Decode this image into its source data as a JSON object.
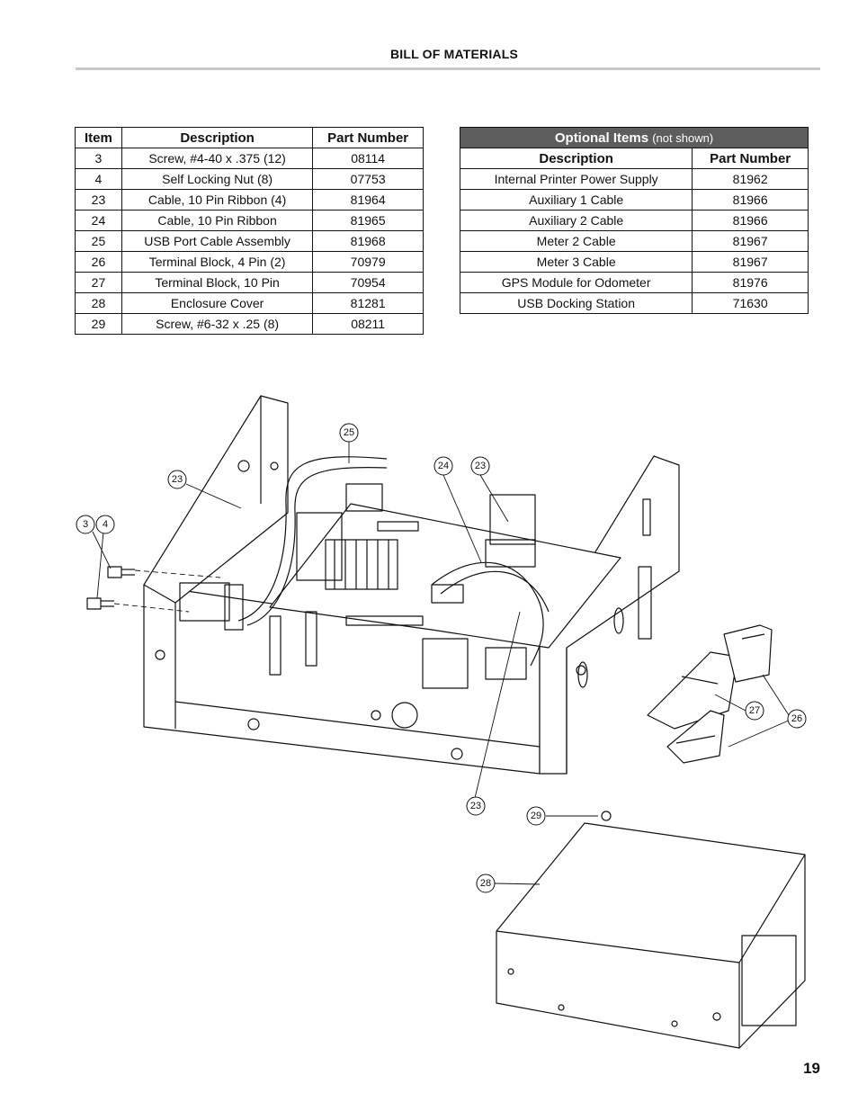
{
  "header": {
    "title": "BILL OF MATERIALS"
  },
  "items_table": {
    "headers": [
      "Item",
      "Description",
      "Part Number"
    ],
    "rows": [
      [
        "3",
        "Screw, #4-40 x .375 (12)",
        "08114"
      ],
      [
        "4",
        "Self Locking Nut (8)",
        "07753"
      ],
      [
        "23",
        "Cable, 10 Pin Ribbon (4)",
        "81964"
      ],
      [
        "24",
        "Cable, 10 Pin Ribbon",
        "81965"
      ],
      [
        "25",
        "USB Port Cable Assembly",
        "81968"
      ],
      [
        "26",
        "Terminal Block, 4 Pin (2)",
        "70979"
      ],
      [
        "27",
        "Terminal Block, 10 Pin",
        "70954"
      ],
      [
        "28",
        "Enclosure Cover",
        "81281"
      ],
      [
        "29",
        "Screw, #6-32 x .25 (8)",
        "08211"
      ]
    ]
  },
  "optional_table": {
    "title": "Optional Items",
    "title_note": "(not shown)",
    "headers": [
      "Description",
      "Part Number"
    ],
    "rows": [
      [
        "Internal Printer Power Supply",
        "81962"
      ],
      [
        "Auxiliary 1 Cable",
        "81966"
      ],
      [
        "Auxiliary 2 Cable",
        "81966"
      ],
      [
        "Meter 2 Cable",
        "81967"
      ],
      [
        "Meter 3 Cable",
        "81967"
      ],
      [
        "GPS Module for Odometer",
        "81976"
      ],
      [
        "USB Docking Station",
        "71630"
      ]
    ]
  },
  "diagram": {
    "callouts": [
      "25",
      "23",
      "24",
      "23",
      "3",
      "4",
      "27",
      "26",
      "23",
      "29",
      "28"
    ]
  },
  "page_number": "19"
}
